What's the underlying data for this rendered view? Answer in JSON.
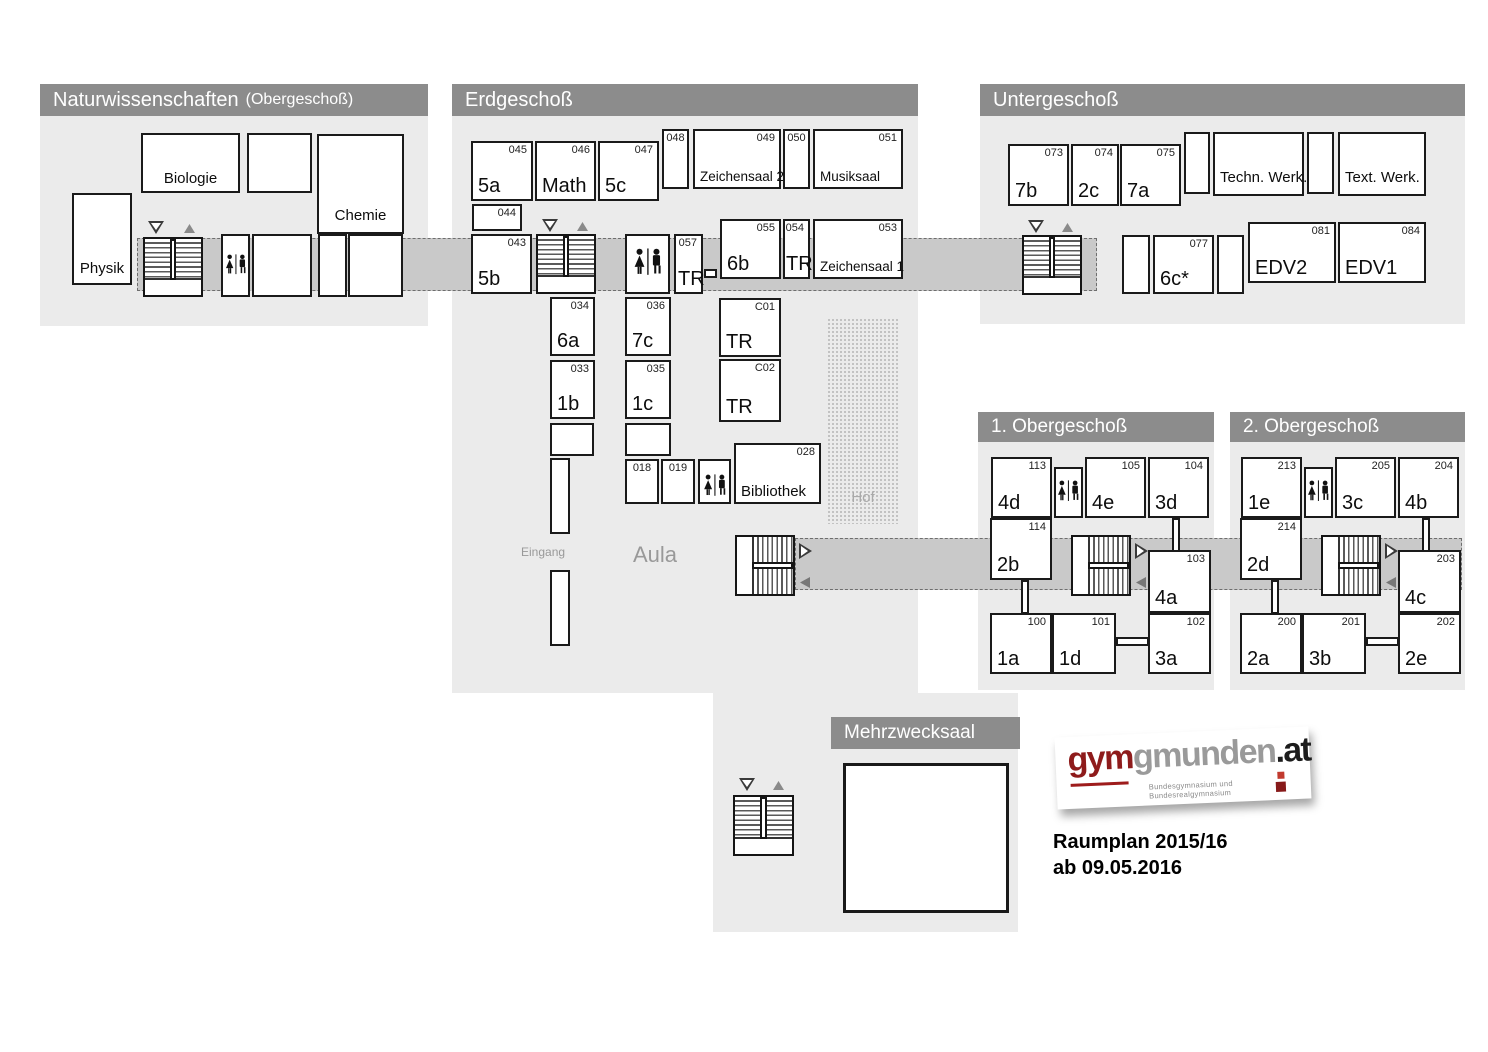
{
  "titles": {
    "natwiss": "Naturwissenschaften",
    "natwiss_suffix": "(Obergeschoß)",
    "eg": "Erdgeschoß",
    "ug": "Untergeschoß",
    "og1": "1. Obergeschoß",
    "og2": "2. Obergeschoß",
    "mzs": "Mehrzwecksaal"
  },
  "natwiss": {
    "rooms": {
      "biologie": {
        "name": "Biologie"
      },
      "chemie": {
        "name": "Chemie"
      },
      "physik": {
        "name": "Physik"
      }
    }
  },
  "eg": {
    "labels": {
      "eingang": "Eingang",
      "aula": "Aula",
      "hof": "Hof"
    },
    "rooms": {
      "r045": {
        "number": "045",
        "name": "5a"
      },
      "r046": {
        "number": "046",
        "name": "Math"
      },
      "r047": {
        "number": "047",
        "name": "5c"
      },
      "r048": {
        "number": "048"
      },
      "r049": {
        "number": "049",
        "name": "Zeichensaal 2"
      },
      "r050": {
        "number": "050"
      },
      "r051": {
        "number": "051",
        "name": "Musiksaal"
      },
      "r044": {
        "number": "044"
      },
      "r043": {
        "number": "043",
        "name": "5b"
      },
      "r057": {
        "number": "057",
        "name": "TR"
      },
      "r055": {
        "number": "055",
        "name": "6b"
      },
      "r054": {
        "number": "054",
        "name": "TR"
      },
      "r053": {
        "number": "053",
        "name": "Zeichensaal 1"
      },
      "r034": {
        "number": "034",
        "name": "6a"
      },
      "r036": {
        "number": "036",
        "name": "7c"
      },
      "rC01": {
        "number": "C01",
        "name": "TR"
      },
      "r033": {
        "number": "033",
        "name": "1b"
      },
      "r035": {
        "number": "035",
        "name": "1c"
      },
      "rC02": {
        "number": "C02",
        "name": "TR"
      },
      "r018": {
        "number": "018"
      },
      "r019": {
        "number": "019"
      },
      "r028": {
        "number": "028",
        "name": "Bibliothek"
      }
    }
  },
  "ug": {
    "rooms": {
      "r073": {
        "number": "073",
        "name": "7b"
      },
      "r074": {
        "number": "074",
        "name": "2c"
      },
      "r075": {
        "number": "075",
        "name": "7a"
      },
      "technwerk": {
        "name": "Techn. Werk."
      },
      "textwerk": {
        "name": "Text. Werk."
      },
      "r077": {
        "number": "077",
        "name": "6c*"
      },
      "r081": {
        "number": "081",
        "name": "EDV2"
      },
      "r084": {
        "number": "084",
        "name": "EDV1"
      }
    }
  },
  "og1": {
    "rooms": {
      "r113": {
        "number": "113",
        "name": "4d"
      },
      "r105": {
        "number": "105",
        "name": "4e"
      },
      "r104": {
        "number": "104",
        "name": "3d"
      },
      "r114": {
        "number": "114",
        "name": "2b"
      },
      "r103": {
        "number": "103",
        "name": "4a"
      },
      "r100": {
        "number": "100",
        "name": "1a"
      },
      "r101": {
        "number": "101",
        "name": "1d"
      },
      "r102": {
        "number": "102",
        "name": "3a"
      }
    }
  },
  "og2": {
    "rooms": {
      "r213": {
        "number": "213",
        "name": "1e"
      },
      "r205": {
        "number": "205",
        "name": "3c"
      },
      "r204": {
        "number": "204",
        "name": "4b"
      },
      "r214": {
        "number": "214",
        "name": "2d"
      },
      "r203": {
        "number": "203",
        "name": "4c"
      },
      "r200": {
        "number": "200",
        "name": "2a"
      },
      "r201": {
        "number": "201",
        "name": "3b"
      },
      "r202": {
        "number": "202",
        "name": "2e"
      }
    }
  },
  "logo": {
    "gym": "gym",
    "gmunden": "gmunden",
    "at": ".at",
    "subtitle": "Bundesgymnasium und Bundesrealgymnasium"
  },
  "caption": {
    "line1": "Raumplan 2015/16",
    "line2": "ab 09.05.2016"
  },
  "colors": {
    "titlebar": "#8c8c8c",
    "panel": "#ebebeb",
    "corridor": "#c9c9c9",
    "accent_red": "#8e1b1b"
  }
}
